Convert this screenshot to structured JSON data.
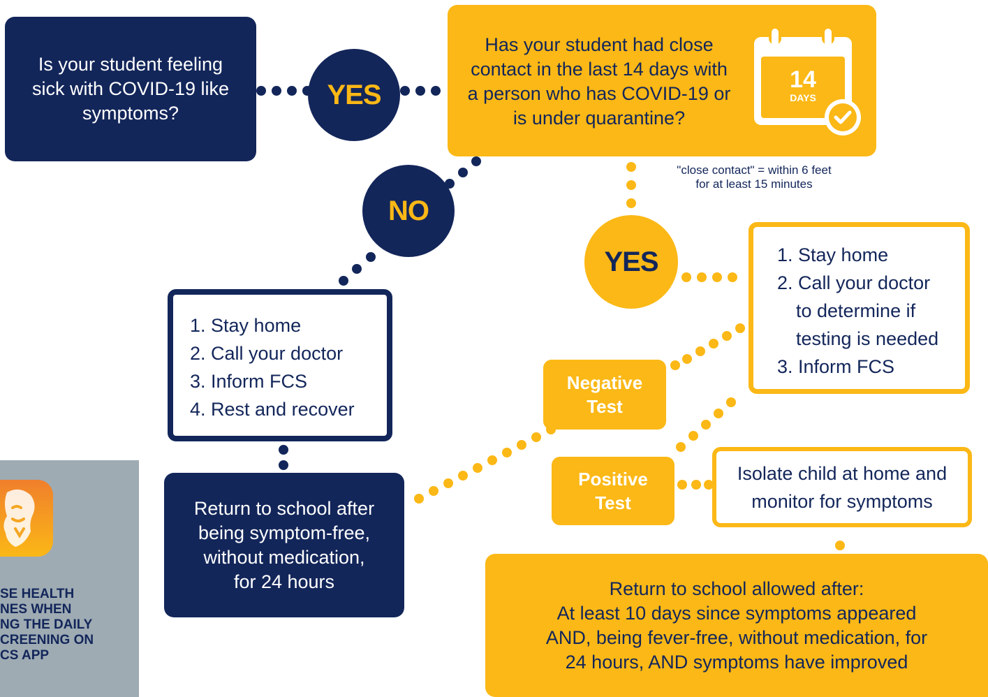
{
  "q1": "Is your student feeling sick with COVID-19 like symptoms?",
  "q2": "Has your student had close contact in the last 14 days with a person who has COVID-19 or is under quarantine?",
  "yes_top": "YES",
  "no": "NO",
  "yes_mid": "YES",
  "calendar": {
    "number": "14",
    "unit": "DAYS"
  },
  "close_contact_note": [
    "\"close contact\" = within 6 feet",
    "for at least 15 minutes"
  ],
  "sick_steps": [
    "1. Stay home",
    "2. Call your doctor",
    "3. Inform FCS",
    "4. Rest and recover"
  ],
  "contact_steps": [
    "1. Stay home",
    "2. Call your doctor",
    "to determine if",
    "testing is needed",
    "3. Inform FCS"
  ],
  "return_sick": [
    "Return to school after",
    "being symptom-free,",
    "without medication,",
    "for 24 hours"
  ],
  "negative_test": [
    "Negative",
    "Test"
  ],
  "positive_test": [
    "Positive",
    "Test"
  ],
  "isolate": [
    "Isolate child at home and",
    "monitor for symptoms"
  ],
  "return_positive": [
    "Return to school allowed after:",
    "At least 10 days since symptoms appeared",
    "AND, being fever-free, without medication, for",
    "24 hours, AND symptoms have improved"
  ],
  "app_panel": [
    "SE HEALTH",
    "NES WHEN",
    "NG THE DAILY",
    "CREENING ON",
    "CS APP"
  ],
  "colors": {
    "navy": "#13265a",
    "gold": "#fbb816",
    "panel": "#9eabb3"
  }
}
